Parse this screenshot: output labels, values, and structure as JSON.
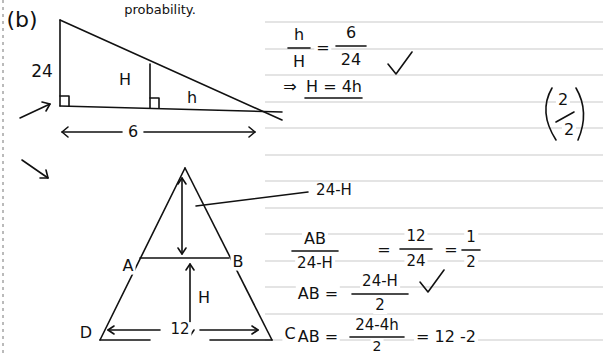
{
  "diagram": {
    "labels": [
      "probability.",
      "(b)",
      "24",
      "H",
      "h",
      "6",
      "h",
      "H",
      "=",
      "6",
      "24",
      "⇒",
      "H = 4h",
      "2",
      "2",
      "24-H",
      "A",
      "B",
      "H",
      "D",
      "12",
      "C",
      "AB",
      "24-H",
      "=",
      "12",
      "24",
      "=",
      "1",
      "2",
      "AB =",
      "24-H",
      "2",
      "AB =",
      "24-4h",
      "2",
      "= 12 -2"
    ]
  }
}
